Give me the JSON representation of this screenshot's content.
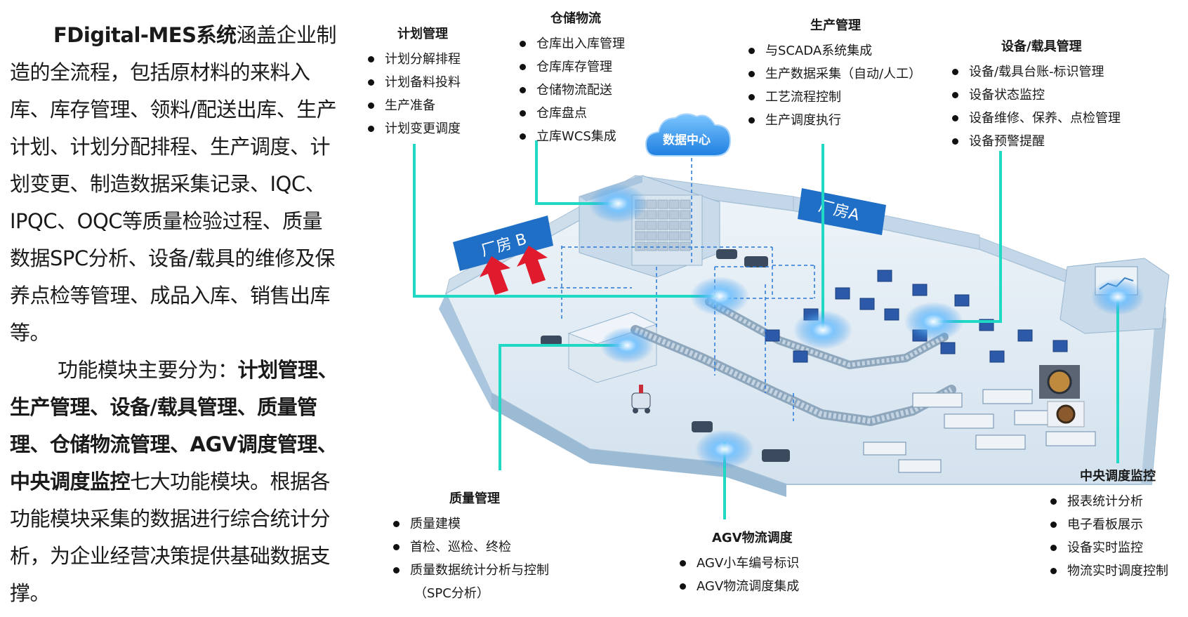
{
  "intro": {
    "p1_lead": "FDigital-MES系统",
    "p1_rest": "涵盖企业制造的全流程，包括原材料的来料入库、库存管理、领料/配送出库、生产计划、计划分配排程、生产调度、计划变更、制造数据采集记录、IQC、IPQC、OQC等质量检验过程、质量数据SPC分析、设备/载具的维修及保养点检等管理、成品入库、销售出库等。",
    "p2_lead": "功能模块主要分为：",
    "p2_bold": "计划管理、生产管理、设备/载具管理、质量管理、仓储物流管理、AGV调度管理、中央调度监控",
    "p2_rest": "七大功能模块。根据各功能模块采集的数据进行综合统计分析，为企业经营决策提供基础数据支撑。"
  },
  "modules": {
    "plan": {
      "title": "计划管理",
      "items": [
        "计划分解排程",
        "计划备料投料",
        "生产准备",
        "计划变更调度"
      ]
    },
    "warehouse": {
      "title": "仓储物流",
      "items": [
        "仓库出入库管理",
        "仓库库存管理",
        "仓储物流配送",
        "仓库盘点",
        "立库WCS集成"
      ]
    },
    "production": {
      "title": "生产管理",
      "items": [
        "与SCADA系统集成",
        "生产数据采集（自动/人工）",
        "工艺流程控制",
        "生产调度执行"
      ]
    },
    "equipment": {
      "title": "设备/载具管理",
      "items": [
        "设备/载具台账-标识管理",
        "设备状态监控",
        "设备维修、保养、点检管理",
        "设备预警提醒"
      ]
    },
    "quality": {
      "title": "质量管理",
      "items": [
        "质量建模",
        "首检、巡检、终检",
        "质量数据统计分析与控制"
      ],
      "continuation": "（SPC分析）"
    },
    "agv": {
      "title": "AGV物流调度",
      "items": [
        "AGV小车编号标识",
        "AGV物流调度集成"
      ]
    },
    "central": {
      "title": "中央调度监控",
      "items": [
        "报表统计分析",
        "电子看板展示",
        "设备实时监控",
        "物流实时调度控制"
      ]
    }
  },
  "scene": {
    "data_center": "数据中心",
    "factory_a": "厂房A",
    "factory_b": "厂房 B"
  },
  "colors": {
    "connector": "#1fd9c4",
    "floor": "#dfeaf3",
    "wall": "#b9cfe2",
    "label_bg": "#1f6fc6",
    "arrow": "#e01b2e",
    "hotspot": "#48a8ff",
    "cloud": "#2f8fe8"
  }
}
